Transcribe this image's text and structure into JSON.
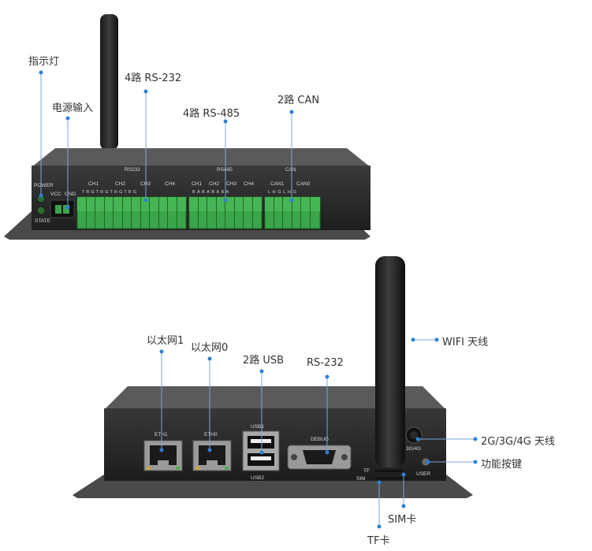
{
  "top_callouts": {
    "indicator": "指示灯",
    "power_input": "电源输入",
    "rs232": "4路 RS-232",
    "rs485": "4路 RS-485",
    "can": "2路 CAN"
  },
  "top_panel": {
    "power": "POWER",
    "state": "STATE",
    "vcc": "VCC",
    "gnd": "GND",
    "rs232_title": "RS232",
    "rs485_title": "RS485",
    "can_title": "CAN",
    "rs232_channels": [
      "CH1",
      "CH2",
      "CH3",
      "CH4"
    ],
    "rs485_channels": [
      "CH1",
      "CH2",
      "CH3",
      "CH4"
    ],
    "can_channels": [
      "CAN1",
      "CAN0"
    ],
    "rs232_pins": "T R G  T R G  T R G  T R G",
    "rs485_pins": "B A  B A  B A  B A",
    "can_pins": "L H  G  L H  G"
  },
  "bottom_callouts": {
    "eth1": "以太网1",
    "eth0": "以太网0",
    "usb": "2路 USB",
    "rs232": "RS-232",
    "wifi": "WIFI 天线",
    "antenna_4g": "2G/3G/4G 天线",
    "function_key": "功能按键",
    "sim": "SIM卡",
    "tf": "TF卡"
  },
  "bottom_panel": {
    "eth1": "ETH1",
    "eth0": "ETH0",
    "usb1": "USB1",
    "usb2": "USB2",
    "debug": "DEBUG",
    "tf": "TF",
    "sim": "SIM",
    "ant_4g": "3G/4G",
    "user": "USER"
  },
  "colors": {
    "callout_dot": "#2f7fd6",
    "leader_line": "#7aa8d8",
    "terminal_green": "#3aa54a",
    "case_dark": "#2a2a2a"
  }
}
